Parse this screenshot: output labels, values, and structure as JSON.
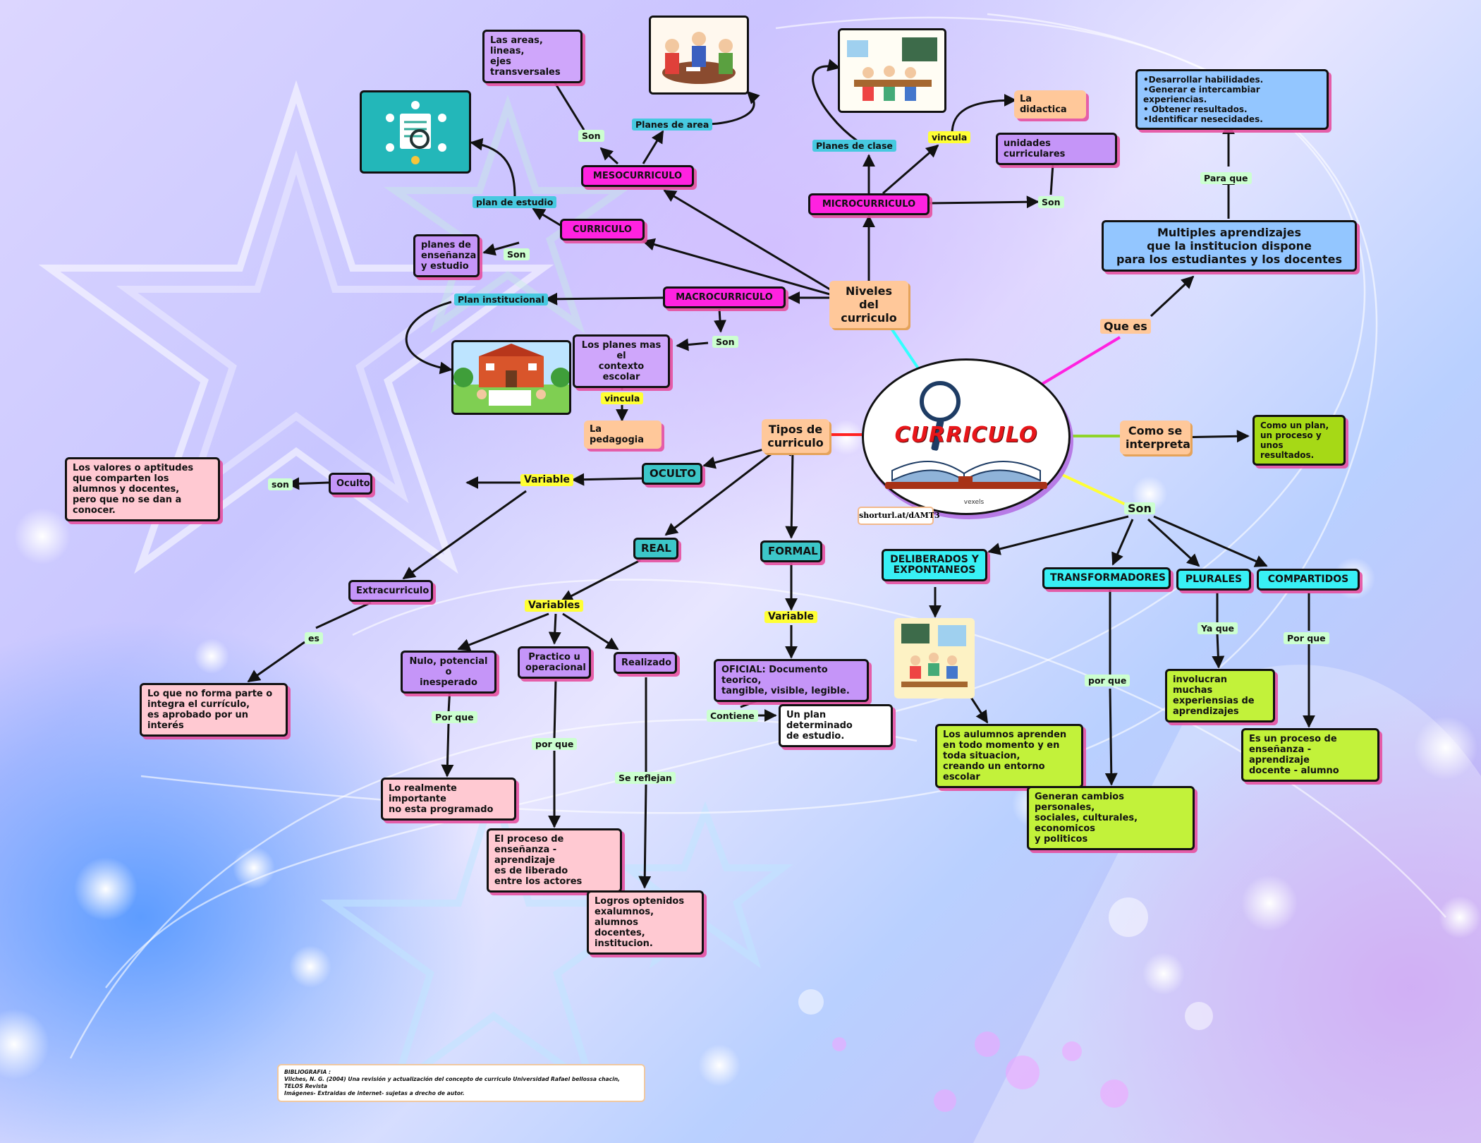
{
  "center": {
    "title": "CURRICULO",
    "credit": "vexels"
  },
  "shortlink": "shorturl.at/dAMT3",
  "bibliography": {
    "heading": "BIBLIOGRAFIA :",
    "line1": "Vilches, N. G. (2004) Una revisión y actualización del concepto de curriculo Universidad Rafael bellossa chacin, TELOS Revista",
    "line2": "Imágenes- Extraidas  de internet- sujetas a drecho de autor."
  },
  "nodes": {
    "niveles": "Niveles del\ncurriculo",
    "tipos": "Tipos de\ncurriculo",
    "como_interpreta": "Como se\ninterpreta",
    "como_un_plan": "Como un plan,\nun proceso y\nunos resultados.",
    "que_es": "Que es",
    "multiples": "Multiples aprendizajes\nque la institucion dispone\npara los estudiantes y los docentes",
    "para_que": "Para que",
    "objetivos": "•Desarrollar habilidades.\n•Generar e intercambiar experiencias.\n• Obtener resultados.\n•Identificar nesecidades.",
    "mesocurriculo": "MESOCURRICULO",
    "curriculo": "CURRICULO",
    "macrocurriculo": "MACROCURRICULO",
    "microcurriculo": "MICROCURRICULO",
    "areas": "Las areas, lineas,\nejes transversales",
    "son_meso": "Son",
    "planes_area": "Planes de area",
    "plan_estudio": "plan de estudio",
    "planes_ensenanza": "planes de\nenseñanza\ny estudio",
    "son_curr": "Son",
    "plan_institucional": "Plan institucional",
    "son_macro": "Son",
    "planes_contexto": "Los planes mas el\ncontexto escolar",
    "vincula_macro": "vincula",
    "pedagogia": "La pedagogia",
    "planes_clase": "Planes de clase",
    "vincula_micro": "vincula",
    "didactica": "La didactica",
    "unidades": "unidades curriculares",
    "son_micro": "Son",
    "oculto": "OCULTO",
    "real": "REAL",
    "formal": "FORMAL",
    "variable_oculto": "Variable",
    "oculto_small": "Oculto",
    "son_oculto": "son",
    "valores": "Los valores o aptitudes\nque comparten los\nalumnos y docentes,\npero que no se dan a conocer.",
    "extracurriculo": "Extracurriculo",
    "es": "es",
    "no_forma_parte": "Lo que no forma parte o\nintegra el currículo,\nes aprobado por un interés",
    "variables": "Variables",
    "nulo": "Nulo, potencial o\ninesperado",
    "practico": "Practico u\noperacional",
    "realizado": "Realizado",
    "porque_nulo": "Por que",
    "porque_practico": "por que",
    "se_reflejan": "Se reflejan",
    "realmente": "Lo realmente importante\nno esta programado",
    "proceso": "El proceso de\nenseñanza - aprendizaje\nes de liberado\nentre los actores",
    "logros": "Logros optenidos\nexalumnos, alumnos\ndocentes, institucion.",
    "variable_formal": "Variable",
    "oficial": "OFICIAL: Documento teorico,\ntangible, visible, legible.",
    "contiene": "Contiene",
    "plan_determinado": "Un plan determinado\nde estudio.",
    "son_car": "Son",
    "deliberados": "DELIBERADOS Y\nEXPONTANEOS",
    "transformadores": "TRANSFORMADORES",
    "plurales": "PLURALES",
    "compartidos": "COMPARTIDOS",
    "alumnos_aprenden": "Los aulumnos aprenden\nen todo momento y en\ntoda situacion,\ncreando un entorno escolar",
    "porque_transf": "por que",
    "cambios": "Generan cambios personales,\nsociales, culturales, economicos\ny politicos",
    "ya_que": "Ya que",
    "involucran": "involucran muchas\nexperiensias de\naprendizajes",
    "porque_comp": "Por que",
    "proceso_comp": "Es un proceso de\nenseñanza -  aprendizaje\ndocente - alumno"
  }
}
